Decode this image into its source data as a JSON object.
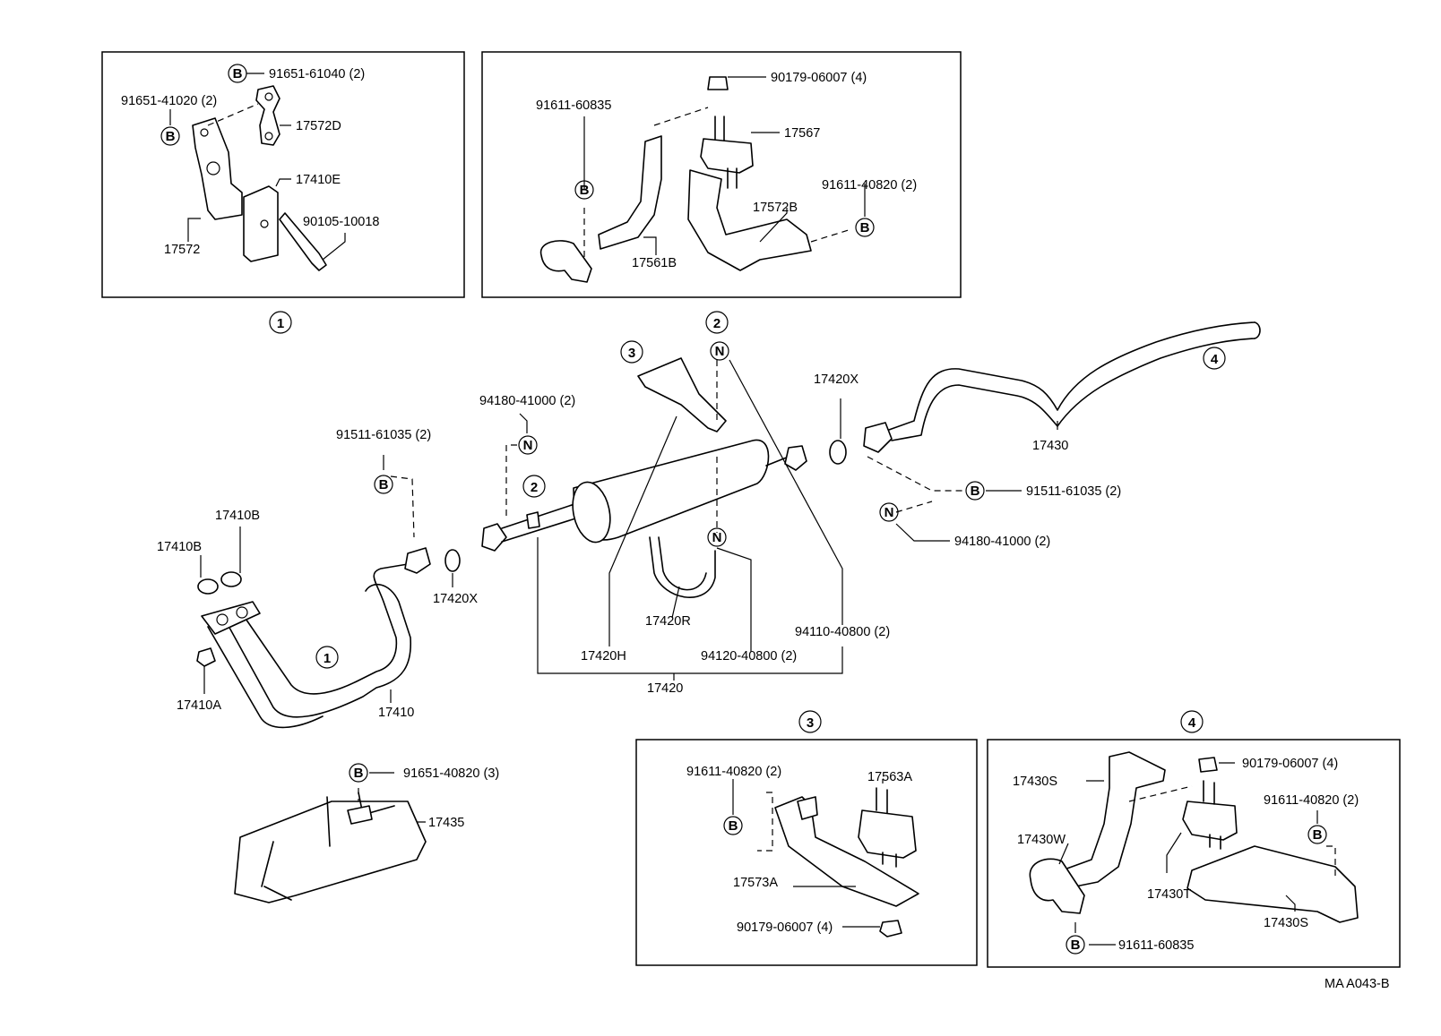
{
  "boxes": {
    "box1": {
      "symbol": "1",
      "labels": {
        "bolt_top": "91651-61040 (2)",
        "bolt_left": "91651-41020 (2)",
        "bracket_d": "17572D",
        "gasket_e": "17410E",
        "bolt": "90105-10018",
        "bracket": "17572"
      }
    },
    "box2": {
      "symbol": "2",
      "labels": {
        "nut": "90179-06007 (4)",
        "bolt_clamp": "91611-60835",
        "mount": "17567",
        "bolt_right": "91611-40820 (2)",
        "bracket_b": "17572B",
        "hanger": "17561B"
      }
    },
    "box3": {
      "symbol": "3",
      "labels": {
        "bolt": "91611-40820 (2)",
        "mount": "17563A",
        "bracket": "17573A",
        "nut": "90179-06007 (4)"
      }
    },
    "box4": {
      "symbol": "4",
      "labels": {
        "hanger": "17430S",
        "nut": "90179-06007 (4)",
        "bolt_right": "91611-40820 (2)",
        "clamp": "17430W",
        "mount": "17430T",
        "bracket": "17430S",
        "bolt_clamp": "91611-60835"
      }
    }
  },
  "main": {
    "labels": {
      "bolt_pipe": "91511-61035 (2)",
      "nut_pipe": "94180-41000 (2)",
      "gasket_b_top": "17410B",
      "gasket_b_left": "17410B",
      "gasket_x_left": "17420X",
      "nut_a": "17410A",
      "front_pipe": "17410",
      "gasket_x_right": "17420X",
      "tail_pipe": "17430",
      "bolt_right": "91511-61035 (2)",
      "nut_right": "94180-41000 (2)",
      "bolt_long": "94110-40800 (2)",
      "u_bolt": "17420R",
      "bolt_short": "94120-40800 (2)",
      "hanger_h": "17420H",
      "center_pipe": "17420",
      "heat_bolt": "91651-40820 (3)",
      "heat_insulator": "17435"
    },
    "symbols": {
      "sym1": "1",
      "sym2_top": "2",
      "sym2_mid": "2",
      "sym3": "3",
      "sym4": "4"
    },
    "markers": {
      "bolt": "B",
      "nut": "N"
    }
  },
  "footer": {
    "code": "MA A043-B"
  }
}
